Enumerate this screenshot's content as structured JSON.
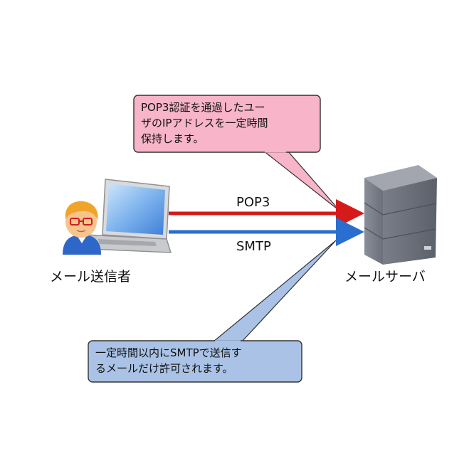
{
  "nodes": {
    "sender_label": "メール送信者",
    "server_label": "メールサーバ"
  },
  "arrows": {
    "pop3_label": "POP3",
    "smtp_label": "SMTP"
  },
  "callouts": {
    "top_text": "POP3認証を通過したユー\nザのIPアドレスを一定時間\n保持します。",
    "bottom_text": "一定時間以内にSMTPで送信す\nるメールだけ許可されます。"
  },
  "colors": {
    "pop3_arrow": "#d61a1a",
    "smtp_arrow": "#2a6fd0",
    "top_callout_fill": "#f8b4c8",
    "bottom_callout_fill": "#a9c2e6"
  },
  "icons": {
    "sender": "person-with-laptop-icon",
    "server": "server-tower-icon"
  }
}
